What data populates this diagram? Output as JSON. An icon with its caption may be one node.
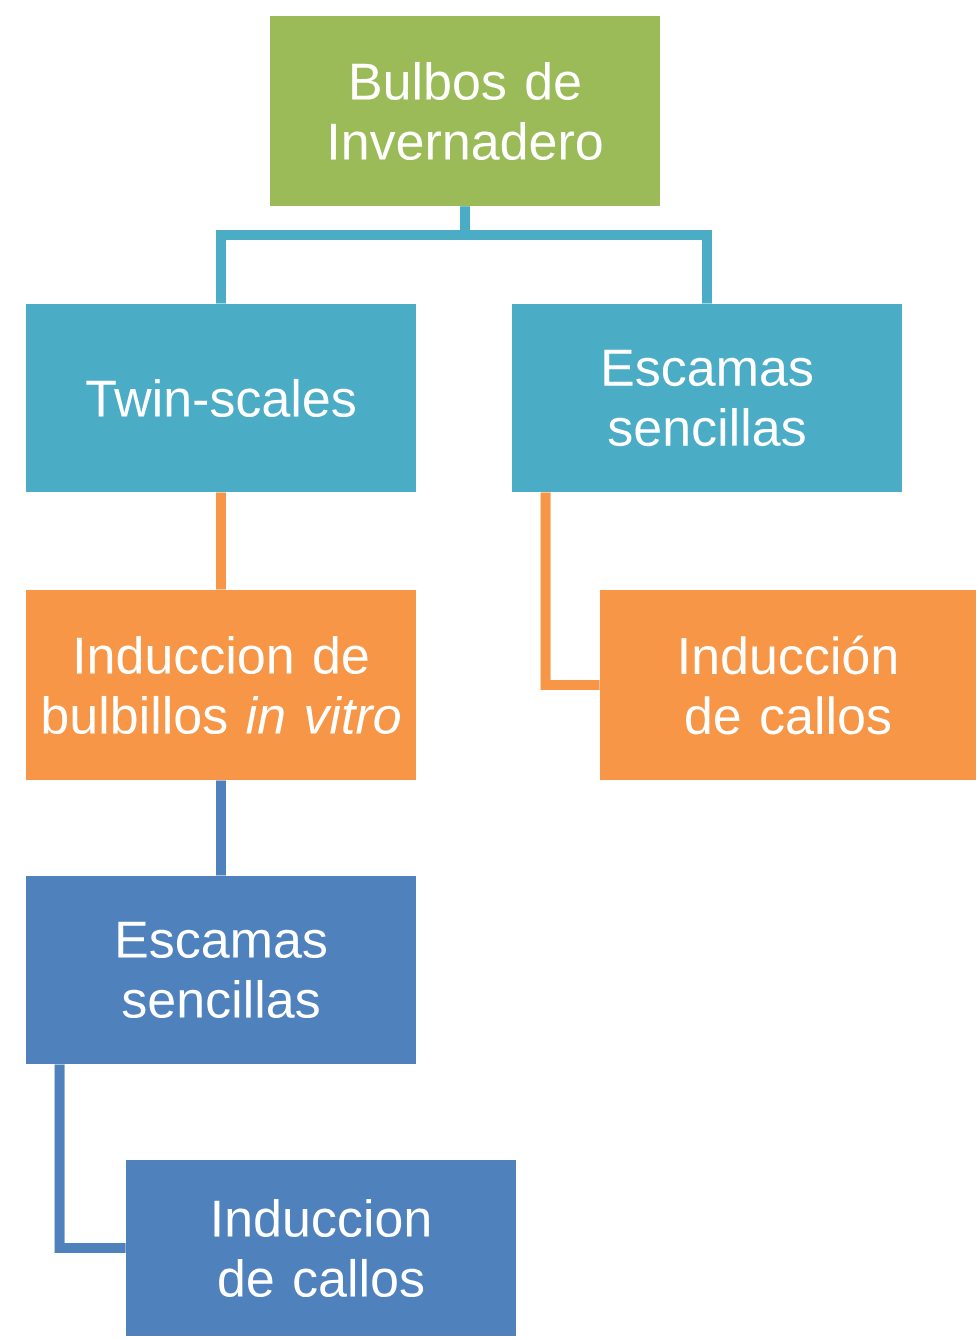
{
  "diagram": {
    "nodes": [
      {
        "text": [
          "Bulbos de Invernadero"
        ]
      },
      {
        "text": [
          "Twin-scales"
        ]
      },
      {
        "text": [
          "Escamas sencillas"
        ]
      },
      {
        "text": [
          "Induccion de bulbillos *in vitro*"
        ]
      },
      {
        "text": [
          "Inducción de callos"
        ]
      },
      {
        "text": [
          "Escamas sencillas"
        ]
      },
      {
        "text": [
          "Induccion de callos"
        ]
      }
    ],
    "edges": [
      {
        "from": 0,
        "to": 1,
        "arrow": "none",
        "color": "#4bacc6"
      },
      {
        "from": 0,
        "to": 2,
        "arrow": "none",
        "color": "#4bacc6"
      },
      {
        "from": 1,
        "to": 3,
        "arrow": "none",
        "color": "#f79646"
      },
      {
        "from": 2,
        "to": 4,
        "arrow": "none",
        "color": "#f79646"
      },
      {
        "from": 3,
        "to": 5,
        "arrow": "none",
        "color": "#4f81bd"
      },
      {
        "from": 5,
        "to": 6,
        "arrow": "none",
        "color": "#4f81bd"
      }
    ]
  }
}
